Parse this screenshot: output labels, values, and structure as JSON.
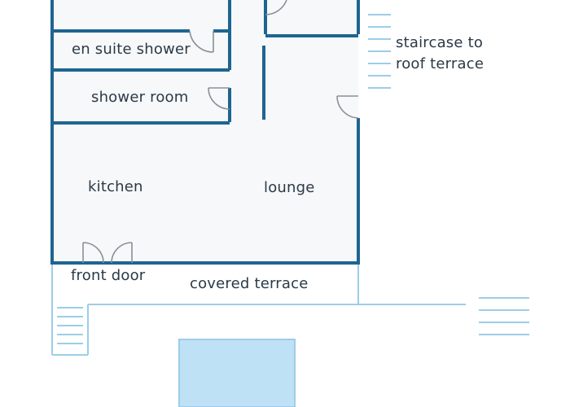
{
  "colors": {
    "floor": "#f7f8f9",
    "wall": "#1e6591",
    "light_line": "#9ccde8",
    "door": "#8a8f94",
    "pool": "#bfe1f6"
  },
  "labels": {
    "en_suite_shower": "en suite shower",
    "shower_room": "shower room",
    "kitchen": "kitchen",
    "lounge": "lounge",
    "front_door": "front door",
    "covered_terrace": "covered terrace",
    "staircase_line1": "staircase to",
    "staircase_line2": "roof terrace"
  }
}
